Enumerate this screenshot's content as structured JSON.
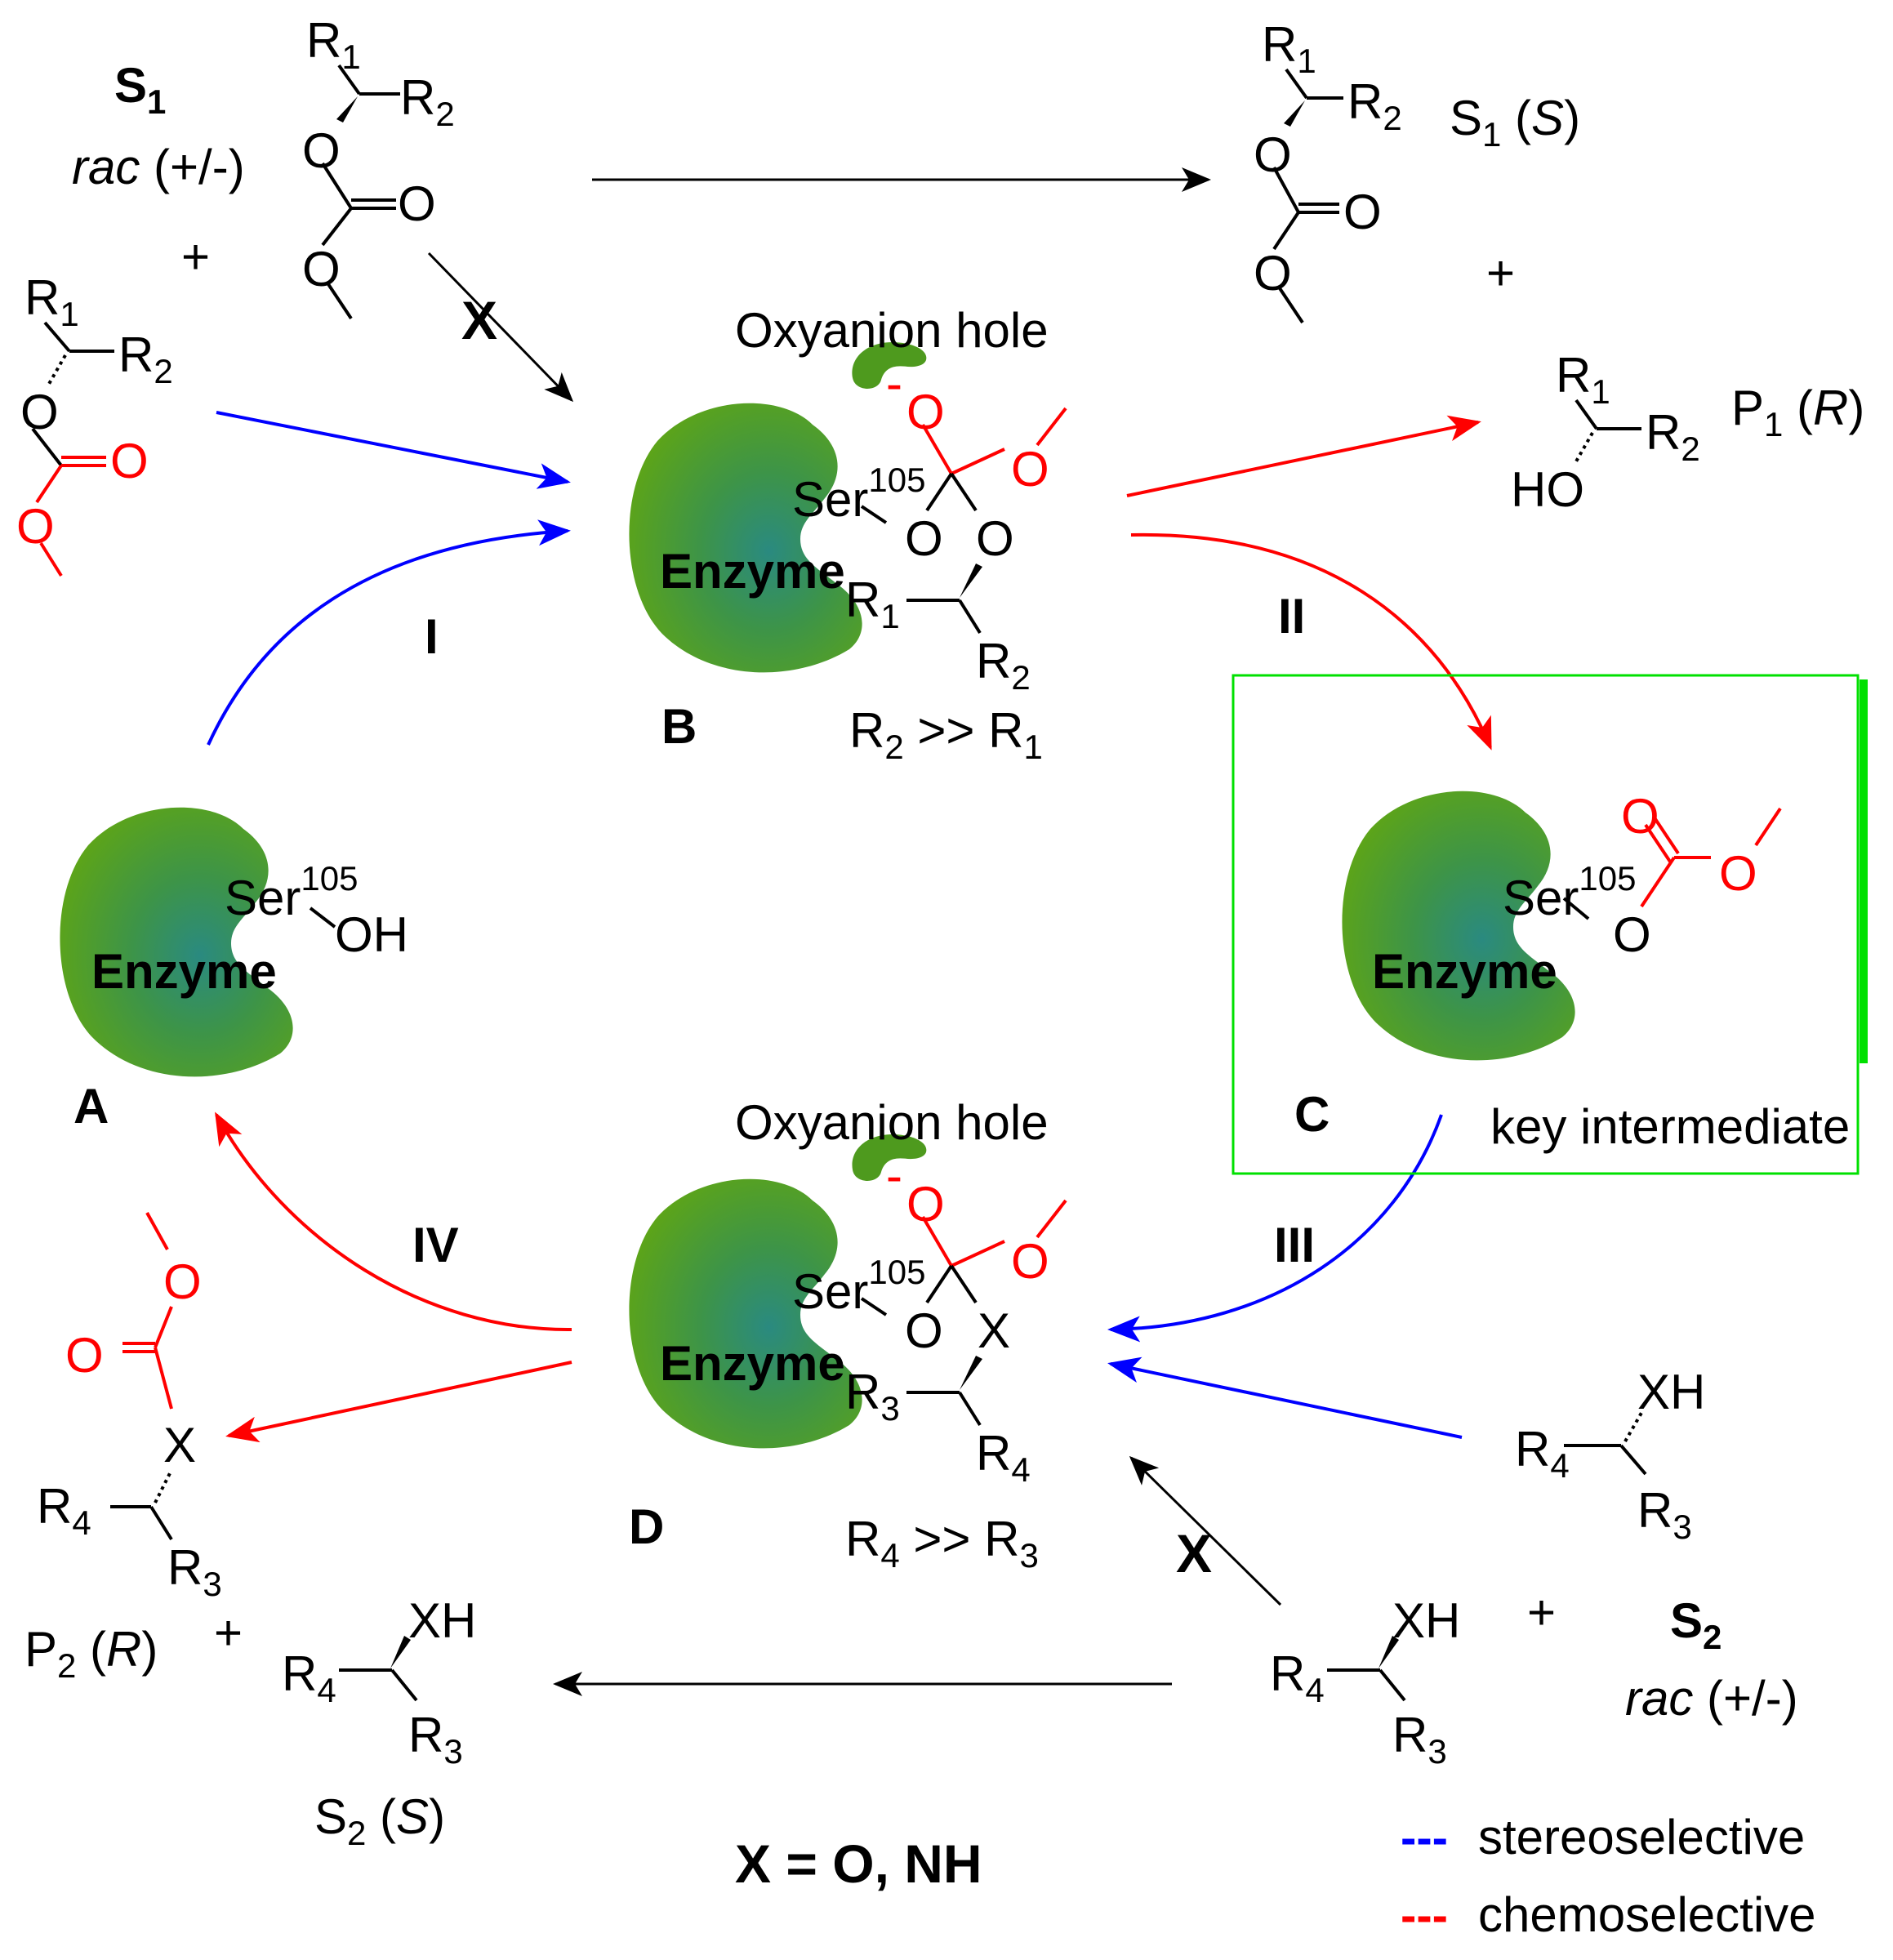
{
  "colors": {
    "stereoselective": "#0000ff",
    "chemoselective": "#ff0000",
    "enzyme_outer": "#4e9a1e",
    "enzyme_inner": "#2e8b6e",
    "highlight_box": "#00e000"
  },
  "labels": {
    "s1": "S",
    "s1_sub": "1",
    "s1_rac": "rac",
    "s1_pm": "(+/-)",
    "plus": "+",
    "s2": "S",
    "s2_sub": "2",
    "s2_rac": "rac",
    "s2_pm": "(+/-)",
    "s1S_main": "S",
    "s1S_sub": "1",
    "s1S_conf": "S",
    "p1_main": "P",
    "p1_sub": "1",
    "p1_conf": "R",
    "p2_main": "P",
    "p2_sub": "2",
    "p2_conf": "R",
    "s2S_main": "S",
    "s2S_sub": "2",
    "s2S_conf": "S",
    "oxyanion_hole": "Oxyanion hole",
    "enzyme": "Enzyme",
    "ser": "Ser",
    "ser_num": "105",
    "step_I": "I",
    "step_II": "II",
    "step_III": "III",
    "step_IV": "IV",
    "node_A": "A",
    "node_B": "B",
    "node_C": "C",
    "node_D": "D",
    "r2_gt_r1": "R",
    "r2_gt_r1_a": "2",
    "r2_gt_r1_op": " >> R",
    "r2_gt_r1_b": "1",
    "r4_gt_r3": "R",
    "r4_gt_r3_a": "4",
    "r4_gt_r3_op": " >> R",
    "r4_gt_r3_b": "3",
    "key_intermediate": "key intermediate",
    "blocked": "X",
    "x_def": "X = O, NH",
    "legend_stereo": "stereoselective",
    "legend_chemo": "chemoselective",
    "legend_dash": "---"
  },
  "atoms": {
    "R": "R",
    "O": "O",
    "OH": "OH",
    "HO": "HO",
    "XH": "XH",
    "X": "X",
    "minus": "-",
    "n1": "1",
    "n2": "2",
    "n3": "3",
    "n4": "4"
  }
}
